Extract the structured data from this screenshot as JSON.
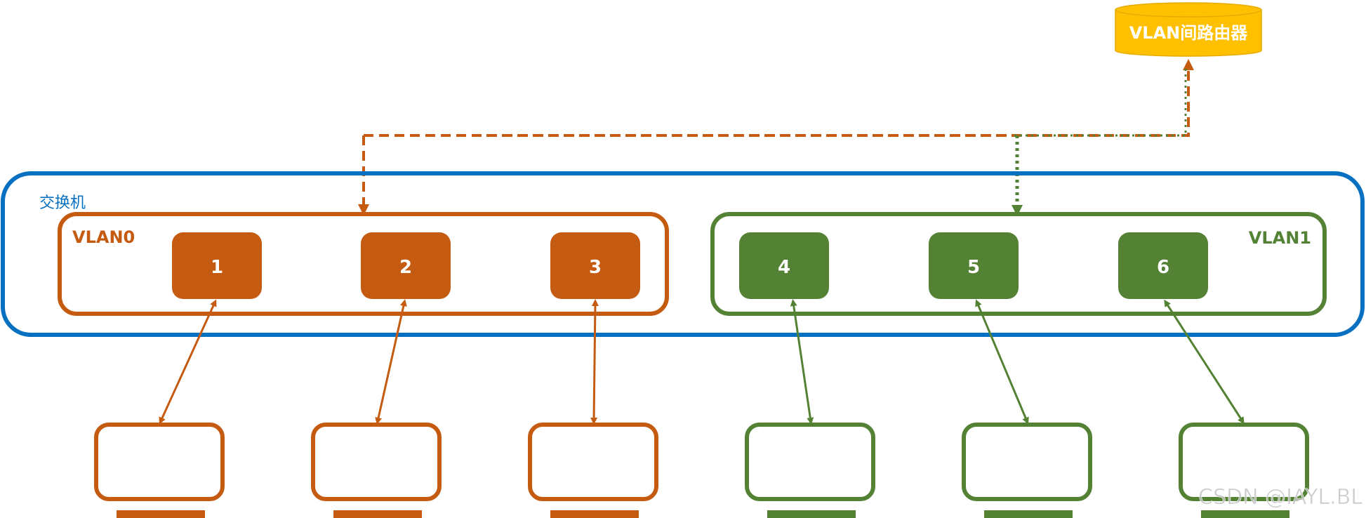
{
  "colors": {
    "switch": "#0870C0",
    "vlan0": "#C55A11",
    "vlan1": "#548235",
    "router_fill": "#FFC000",
    "router_stroke": "#E6AC00",
    "port_text": "#FFFFFF",
    "watermark": "#BFBFBF"
  },
  "router": {
    "label": "VLAN间路由器",
    "icon": "cylinder-router"
  },
  "switch": {
    "label": "交换机",
    "icon": "rounded-rectangle-switch"
  },
  "vlans": [
    {
      "key": "vlan0",
      "label": "VLAN0",
      "ports": [
        "1",
        "2",
        "3"
      ],
      "color_key": "vlan0"
    },
    {
      "key": "vlan1",
      "label": "VLAN1",
      "ports": [
        "4",
        "5",
        "6"
      ],
      "color_key": "vlan1"
    }
  ],
  "hosts": [
    {
      "port": "1",
      "vlan": "vlan0",
      "icon": "monitor-icon"
    },
    {
      "port": "2",
      "vlan": "vlan0",
      "icon": "monitor-icon"
    },
    {
      "port": "3",
      "vlan": "vlan0",
      "icon": "monitor-icon"
    },
    {
      "port": "4",
      "vlan": "vlan1",
      "icon": "monitor-icon"
    },
    {
      "port": "5",
      "vlan": "vlan1",
      "icon": "monitor-icon"
    },
    {
      "port": "6",
      "vlan": "vlan1",
      "icon": "monitor-icon"
    }
  ],
  "router_links": [
    {
      "vlan": "vlan0",
      "port": "2",
      "style": "dashed"
    },
    {
      "vlan": "vlan1",
      "port": "5",
      "style": "dotted"
    }
  ],
  "watermark": "CSDN @IAYL.BL"
}
